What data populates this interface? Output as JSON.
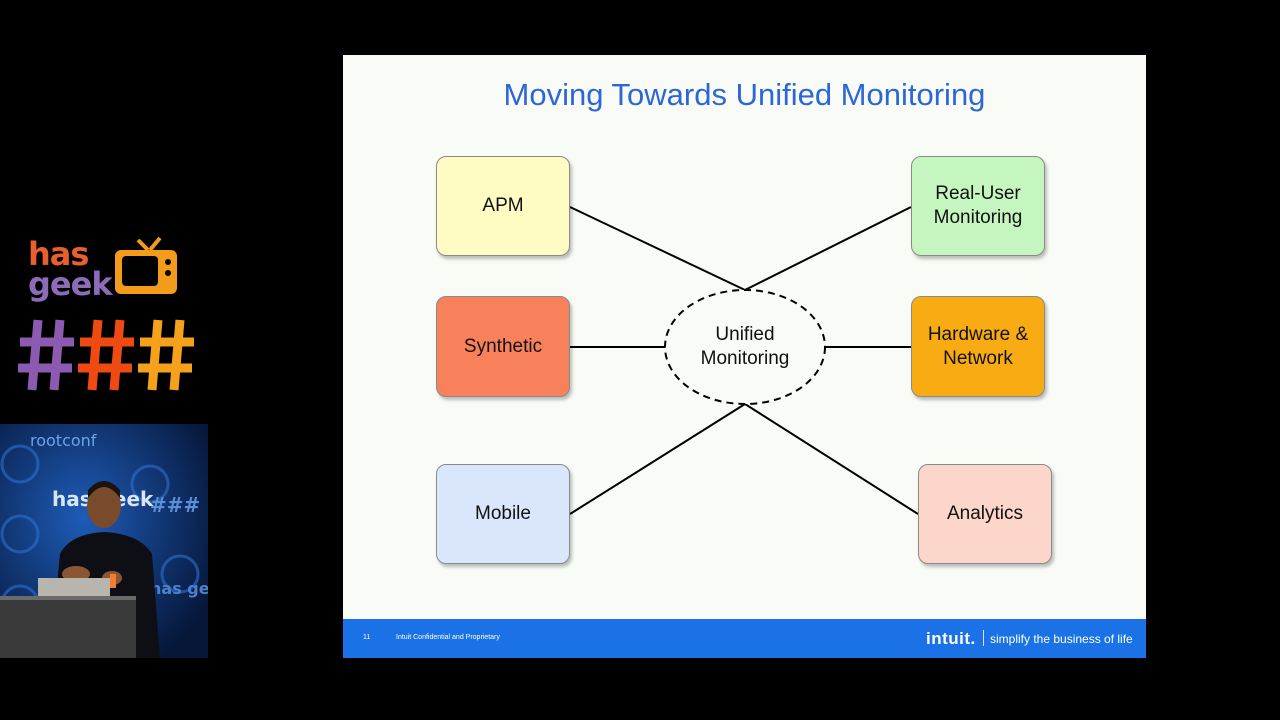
{
  "sidebar": {
    "logo_top": "has",
    "logo_bottom": "geek",
    "hashes": [
      "#",
      "#",
      "#"
    ],
    "video_backdrop": {
      "top_text": "rootconf",
      "mid_text": "has geek",
      "right_text": "###",
      "low_text": "has geek"
    }
  },
  "slide": {
    "title": "Moving Towards Unified Monitoring",
    "hub": {
      "line1": "Unified",
      "line2": "Monitoring"
    },
    "nodes": {
      "apm": {
        "line1": "APM",
        "color": "#fefbc3"
      },
      "synthetic": {
        "line1": "Synthetic",
        "color": "#f8805a"
      },
      "mobile": {
        "line1": "Mobile",
        "color": "#dae6fb"
      },
      "rum": {
        "line1": "Real-User",
        "line2": "Monitoring",
        "color": "#c6f6c0"
      },
      "hardware": {
        "line1": "Hardware &",
        "line2": "Network",
        "color": "#f8ab13"
      },
      "analytics": {
        "line1": "Analytics",
        "color": "#fdd6cb"
      }
    },
    "footer": {
      "page_number": "11",
      "confidential": "Intuit Confidential and Proprietary",
      "brand": "intuit.",
      "tagline": "simplify the business of life",
      "color": "#1a72e6"
    }
  }
}
